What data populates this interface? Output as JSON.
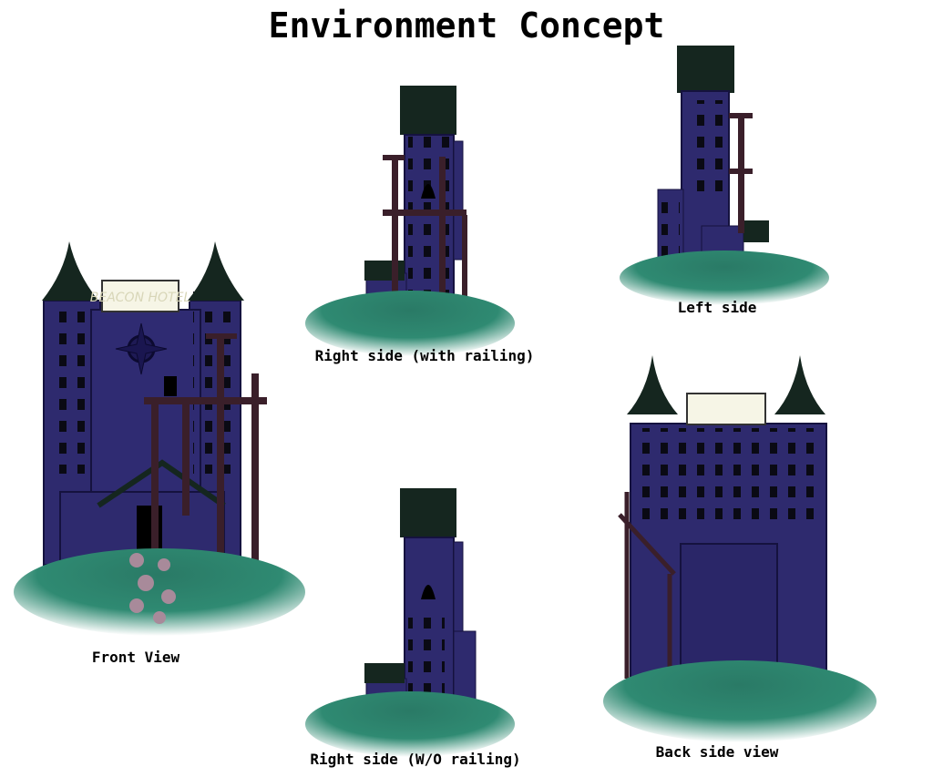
{
  "title": "Environment Concept",
  "views": {
    "front": {
      "label": "Front View",
      "sign_text": "BEACON HOTEL"
    },
    "right_railing": {
      "label": "Right side (with railing)"
    },
    "left": {
      "label": "Left side"
    },
    "right_no_railing": {
      "label": "Right side (W/O railing)"
    },
    "back": {
      "label": "Back side view"
    }
  },
  "colors": {
    "wall": "#2e2a6e",
    "outline": "#15123f",
    "roof": "#15261f",
    "grass": "#2a7a66",
    "rail": "#3a1f2a",
    "sign": "#f6f5e6"
  }
}
